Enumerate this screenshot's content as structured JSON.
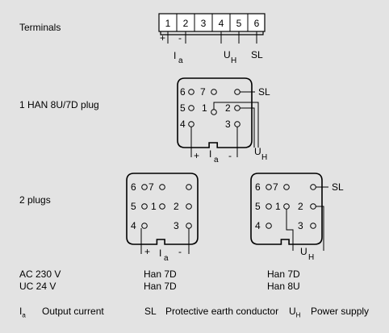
{
  "sections": {
    "terminals": "Terminals",
    "single_plug": "1 HAN 8U/7D plug",
    "two_plugs": "2 plugs"
  },
  "terminal_numbers": [
    "1",
    "2",
    "3",
    "4",
    "5",
    "6"
  ],
  "terminal_labels": {
    "plus": "+",
    "minus": "-",
    "current": "I",
    "current_sub": "a",
    "supply": "U",
    "supply_sub": "H",
    "earth": "SL"
  },
  "pin_numbers": [
    "1",
    "2",
    "3",
    "4",
    "5",
    "6",
    "7"
  ],
  "voltage_rows": [
    {
      "label": "AC 230 V",
      "plug_a": "Han 7D",
      "plug_b": "Han 7D"
    },
    {
      "label": "UC 24 V",
      "plug_a": "Han 7D",
      "plug_b": "Han 8U"
    }
  ],
  "legend": [
    {
      "symbol": "I",
      "sub": "a",
      "text": "Output current"
    },
    {
      "symbol": "SL",
      "sub": "",
      "text": "Protective earth conductor"
    },
    {
      "symbol": "U",
      "sub": "H",
      "text": "Power supply"
    }
  ],
  "colors": {
    "background": "#e3e3e3",
    "line": "#000000"
  }
}
